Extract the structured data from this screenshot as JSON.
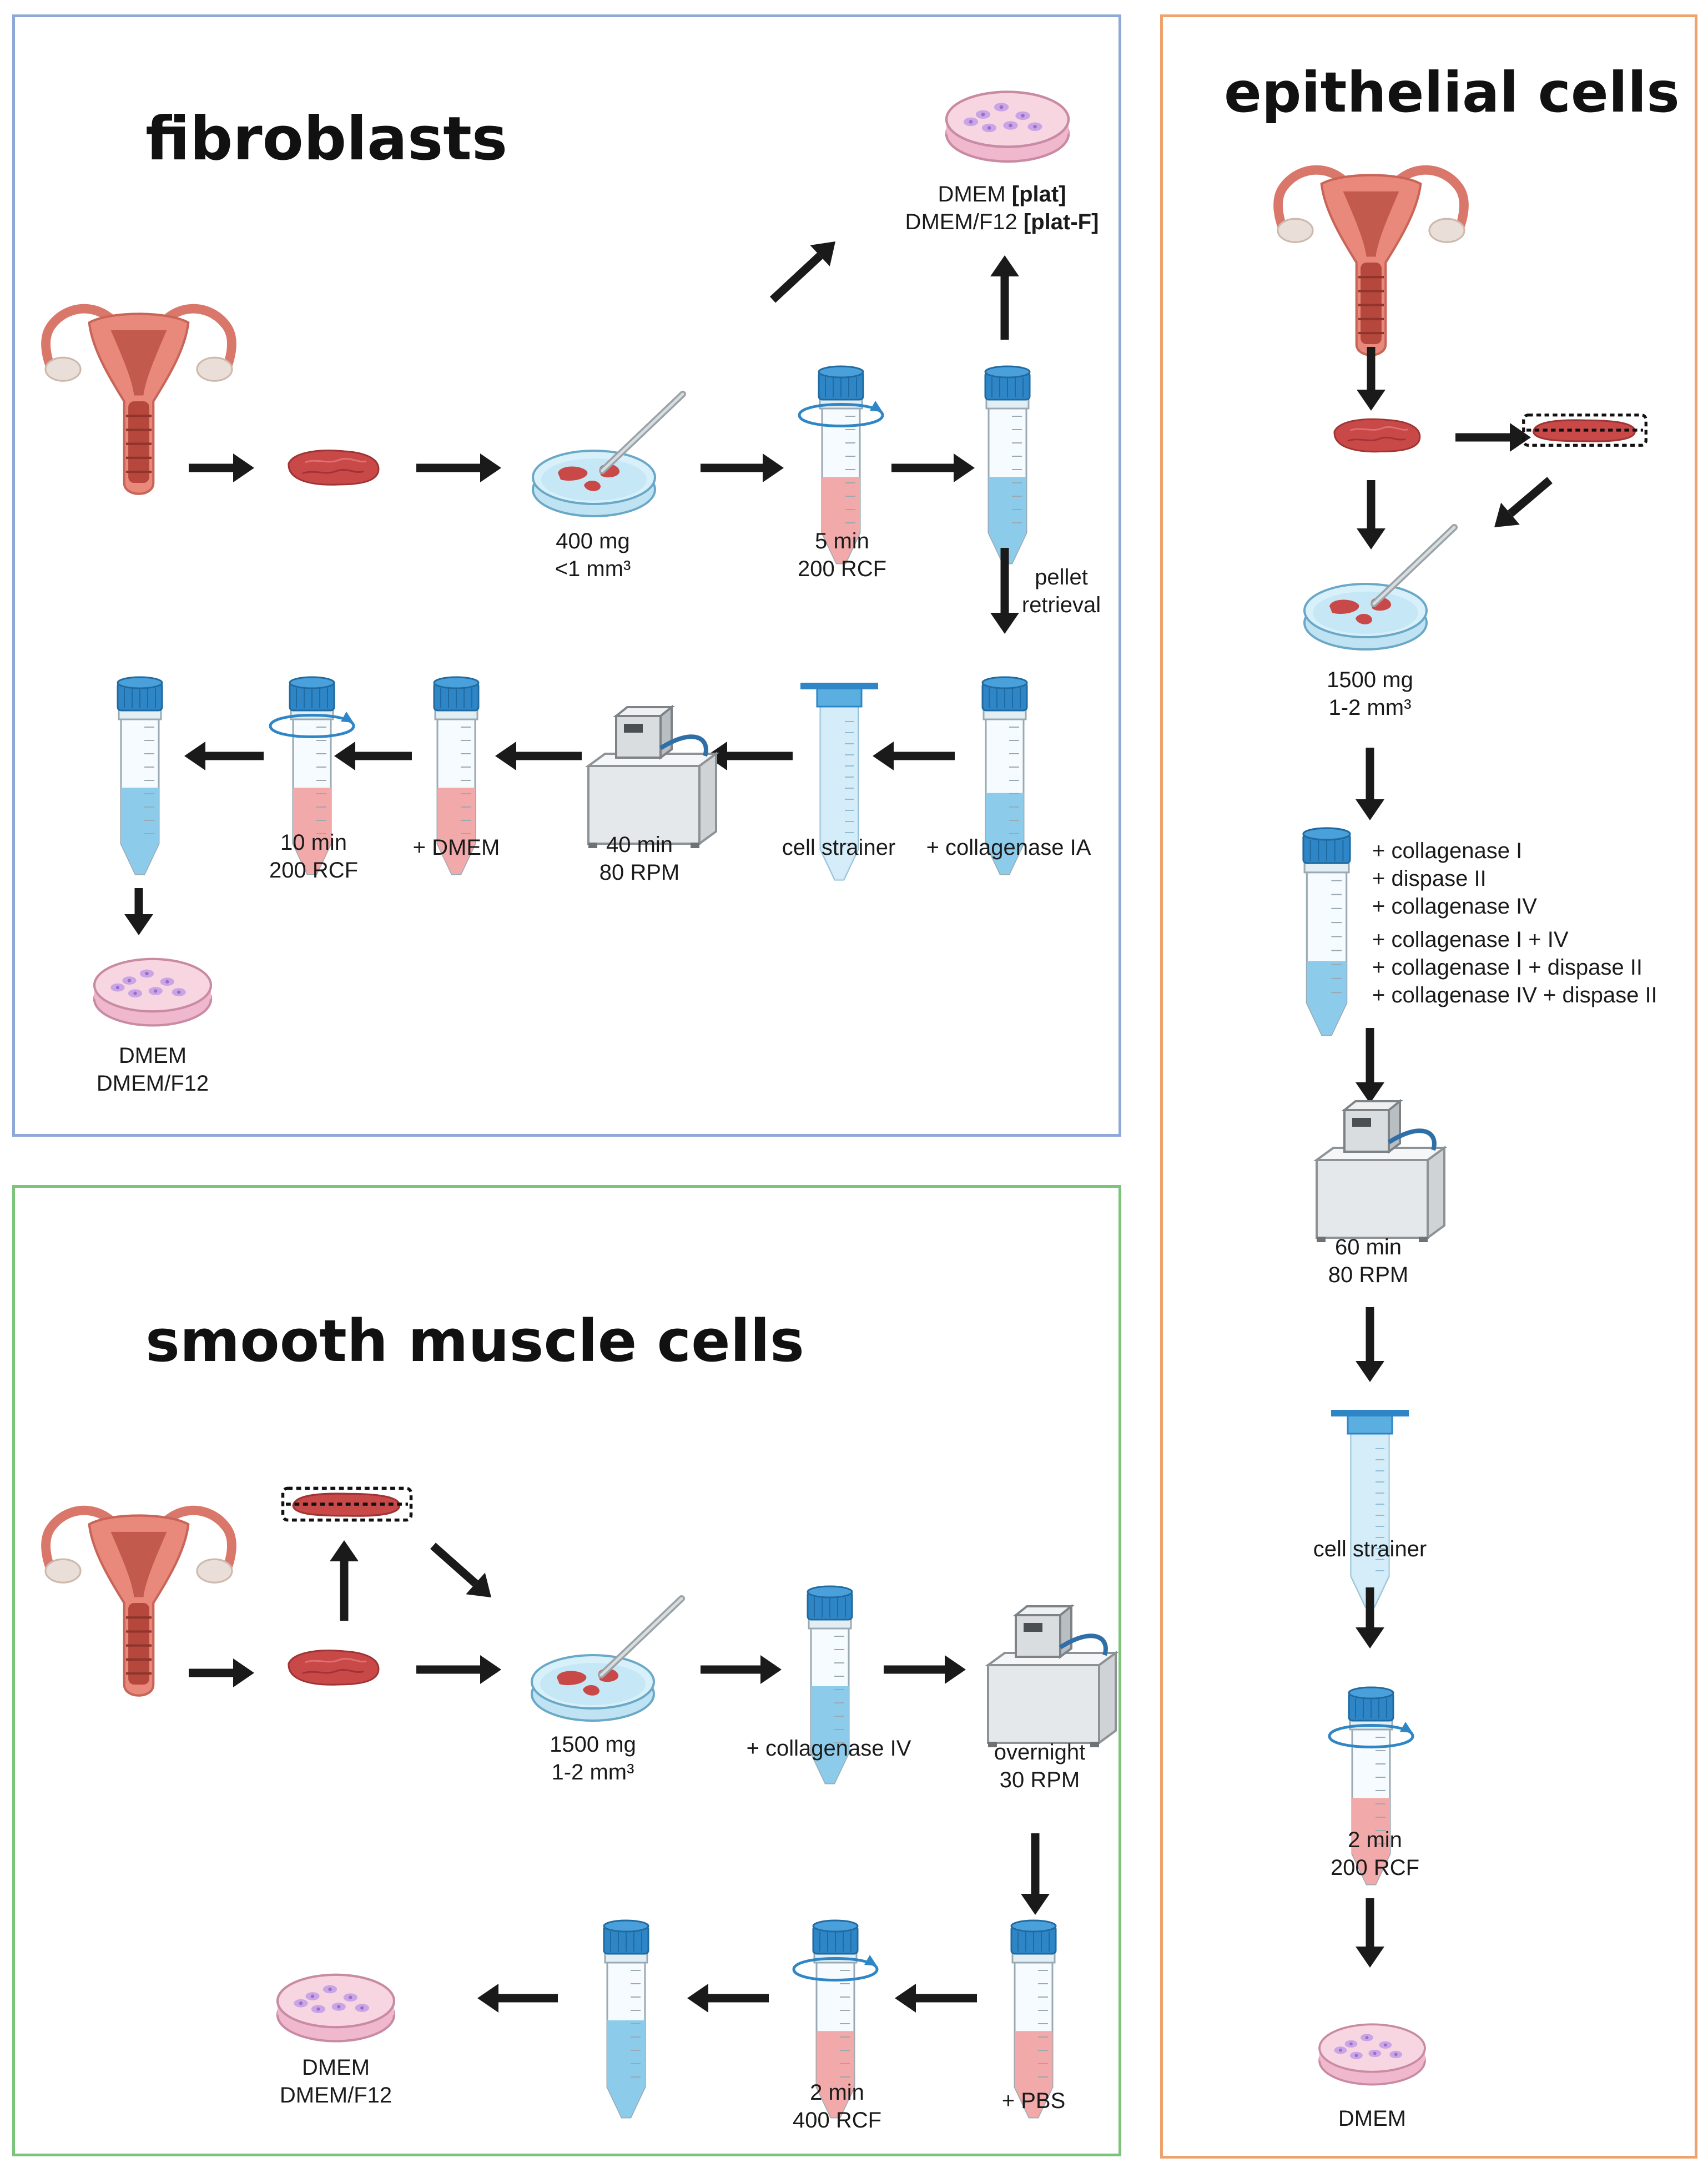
{
  "colors": {
    "fibroblasts_border": "#8ea9d6",
    "smooth_border": "#7cc47a",
    "epithelial_border": "#eea26e",
    "tube_cap": "#2f86c6",
    "blue_liquid": "#8dcbea",
    "pink_liquid": "#f2a9a9",
    "tissue": "#c94848",
    "uterus": "#e8897c",
    "dish_pink": "#f7d6e2",
    "cell_purple": "#c9a4e6",
    "arrow": "#1a1a1a"
  },
  "fibroblasts": {
    "title": "fibroblasts",
    "plating_top": {
      "line1": "DMEM",
      "line1_bold": "[plat]",
      "line2": "DMEM/F12",
      "line2_bold": "[plat-F]"
    },
    "mince": {
      "line1": "400 mg",
      "line2": "<1 mm³"
    },
    "spin1": {
      "line1": "5 min",
      "line2": "200 RCF"
    },
    "pellet": {
      "line1": "pellet",
      "line2": "retrieval"
    },
    "collagenase": "+ collagenase IA",
    "strainer": "cell strainer",
    "incubate": {
      "line1": "40 min",
      "line2": "80 RPM"
    },
    "dmem_add": "+ DMEM",
    "spin2": {
      "line1": "10 min",
      "line2": "200 RCF"
    },
    "plating_final": {
      "line1": "DMEM",
      "line2": "DMEM/F12"
    }
  },
  "smooth": {
    "title": "smooth muscle cells",
    "mince": {
      "line1": "1500 mg",
      "line2": "1-2 mm³"
    },
    "collagenase": "+ collagenase IV",
    "incubate": {
      "line1": "overnight",
      "line2": "30 RPM"
    },
    "pbs": "+ PBS",
    "spin": {
      "line1": "2 min",
      "line2": "400 RCF"
    },
    "plating": {
      "line1": "DMEM",
      "line2": "DMEM/F12"
    }
  },
  "epithelial": {
    "title": "epithelial cells",
    "mince": {
      "line1": "1500 mg",
      "line2": "1-2 mm³"
    },
    "enzymes": [
      "+ collagenase I",
      "+ dispase II",
      "+ collagenase IV",
      "+ collagenase I +  IV",
      "+ collagenase I + dispase II",
      "+ collagenase IV + dispase II"
    ],
    "incubate": {
      "line1": "60 min",
      "line2": "80 RPM"
    },
    "strainer": "cell strainer",
    "spin": {
      "line1": "2 min",
      "line2": "200 RCF"
    },
    "plating": "DMEM"
  }
}
